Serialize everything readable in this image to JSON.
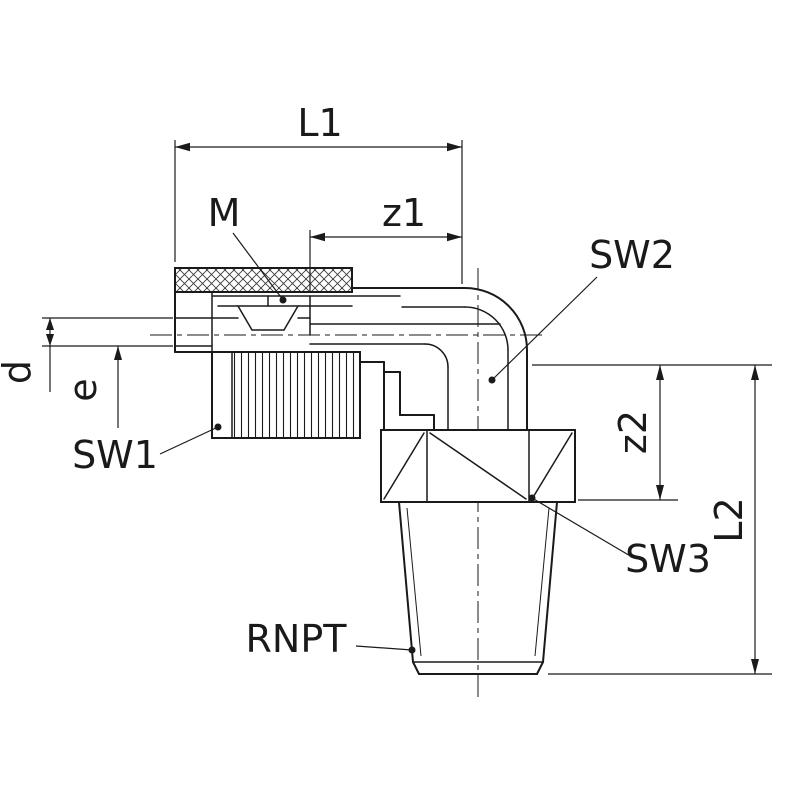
{
  "drawing": {
    "labels": {
      "l1": "L1",
      "m": "M",
      "z1": "z1",
      "sw2": "SW2",
      "d": "d",
      "e": "e",
      "sw1": "SW1",
      "z2": "z2",
      "l2": "L2",
      "sw3": "SW3",
      "rnpt": "RNPT"
    },
    "colors": {
      "line": "#1a1a1a",
      "background": "#ffffff"
    }
  }
}
